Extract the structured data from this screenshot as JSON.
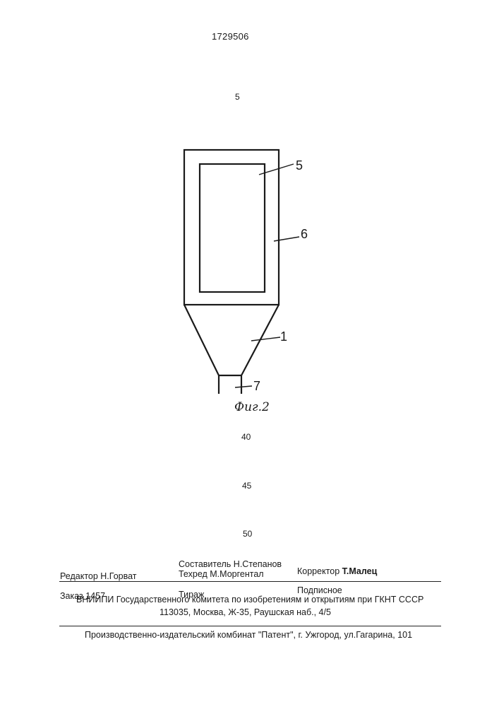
{
  "header": {
    "patent_number": "1729506"
  },
  "line_numbers": {
    "top": "5",
    "n40": "40",
    "n45": "45",
    "n50": "50"
  },
  "figure": {
    "caption": "Фиг.2",
    "labels": {
      "l5": "5",
      "l6": "6",
      "l1": "1",
      "l7": "7"
    }
  },
  "imprint": {
    "composer": "Составитель  Н.Степанов",
    "editor": "Редактор  Н.Горват",
    "techeditor": "Техред М.Моргентал",
    "corrector_label": "Корректор",
    "corrector_name": "Т.Малец",
    "order": "Заказ  1457",
    "circulation": "Тираж",
    "subscription": "Подписное",
    "institute": "ВНИИПИ Государственного комитета по изобретениям и открытиям при ГКНТ СССР",
    "address": "113035, Москва, Ж-35, Раушская наб., 4/5",
    "publisher": "Производственно-издательский комбинат \"Патент\", г. Ужгород, ул.Гагарина, 101"
  }
}
